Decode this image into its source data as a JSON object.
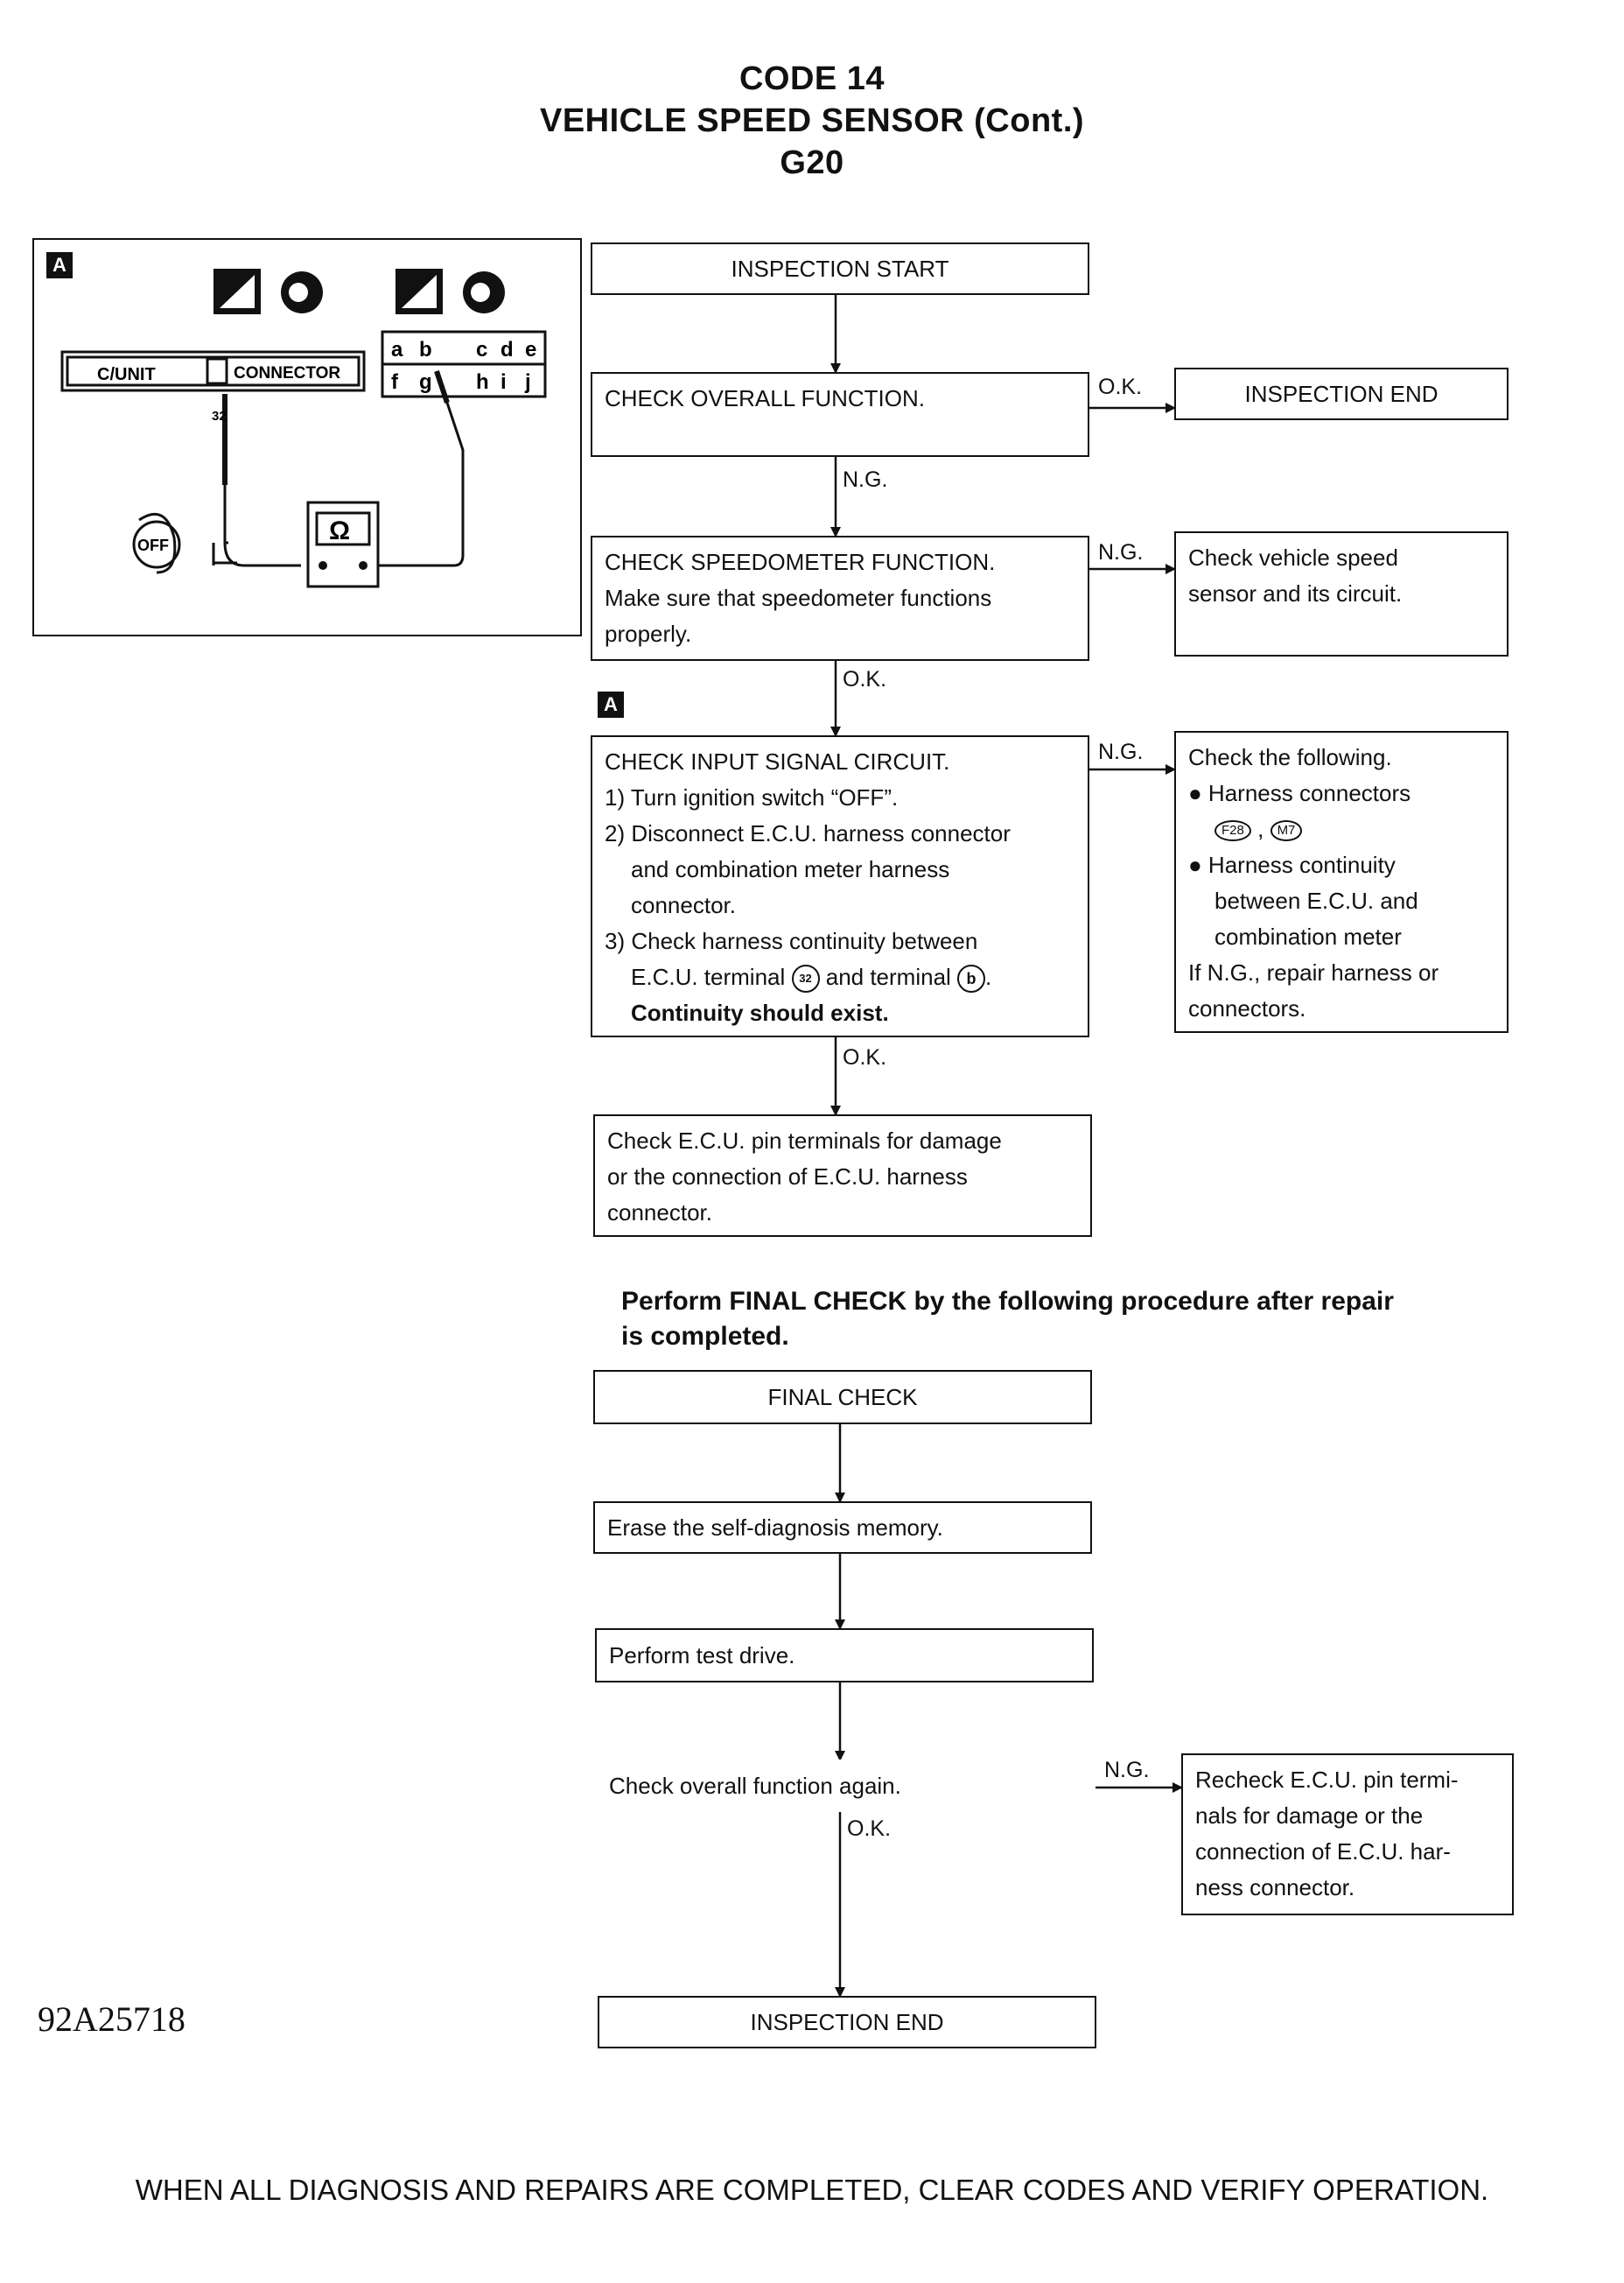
{
  "header": {
    "line1": "CODE 14",
    "line2": "VEHICLE SPEED SENSOR (Cont.)",
    "line3": "G20"
  },
  "diagram": {
    "tag": "A",
    "ecu_label": "C/UNIT",
    "connector_label": "CONNECTOR",
    "terminal_number": "32",
    "meter_symbol": "Ω",
    "key_label": "OFF",
    "connector_pins_top": [
      "a",
      "b",
      "c",
      "d",
      "e"
    ],
    "connector_pins_bottom": [
      "f",
      "g",
      "h",
      "i",
      "j"
    ]
  },
  "flow": {
    "inspection_start": "INSPECTION START",
    "check_overall": "CHECK OVERALL FUNCTION.",
    "inspection_end_top": "INSPECTION END",
    "check_speedo": [
      "CHECK SPEEDOMETER FUNCTION.",
      "Make sure that speedometer functions",
      "properly."
    ],
    "check_vss": [
      "Check vehicle speed",
      "sensor and its circuit."
    ],
    "step_tag": "A",
    "input_signal": {
      "title": "CHECK INPUT SIGNAL CIRCUIT.",
      "s1": "1) Turn ignition switch “OFF”.",
      "s2a": "2) Disconnect E.C.U. harness connector",
      "s2b": "and combination meter harness",
      "s2c": "connector.",
      "s3a": "3) Check harness continuity between",
      "s3b_pre": "E.C.U. terminal",
      "s3b_t1": "32",
      "s3b_mid": "and terminal",
      "s3b_t2": "b",
      "s3c": "Continuity should exist."
    },
    "check_following": {
      "title": "Check the following.",
      "b1": "● Harness connectors",
      "c1": "F28",
      "sep": ",",
      "c2": "M7",
      "b2a": "● Harness continuity",
      "b2b": "between E.C.U. and",
      "b2c": "combination meter",
      "end1": "If N.G., repair harness or",
      "end2": "connectors."
    },
    "check_pins": [
      "Check E.C.U. pin terminals for damage",
      "or the connection of E.C.U. harness",
      "connector."
    ]
  },
  "labels": {
    "ok": "O.K.",
    "ng": "N.G."
  },
  "final": {
    "note1": "Perform FINAL CHECK by the following procedure after repair",
    "note2": "is completed.",
    "final_check": "FINAL CHECK",
    "erase": "Erase the self-diagnosis memory.",
    "test_drive": "Perform test drive.",
    "check_again": "Check overall function again.",
    "recheck": [
      "Recheck E.C.U. pin termi-",
      "nals for damage or the",
      "connection of E.C.U. har-",
      "ness connector."
    ],
    "inspection_end": "INSPECTION END"
  },
  "figure_id": "92A25718",
  "footer": "WHEN ALL DIAGNOSIS AND REPAIRS ARE COMPLETED, CLEAR CODES AND VERIFY OPERATION."
}
